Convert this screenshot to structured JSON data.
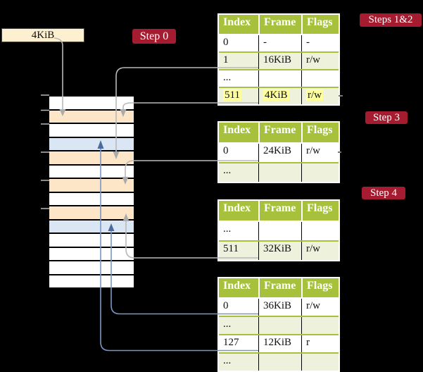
{
  "title_box": {
    "label": "4KiB"
  },
  "badges": {
    "step0": {
      "label": "Step 0"
    },
    "steps12": {
      "label": "Steps 1&2"
    },
    "step3": {
      "label": "Step 3"
    },
    "step4": {
      "label": "Step 4"
    }
  },
  "memory": {
    "description": "physical memory column of 4KiB frames",
    "row_colors": [
      "white",
      "orange",
      "white",
      "blue",
      "orange",
      "white",
      "orange",
      "white",
      "orange",
      "blue",
      "white",
      "white",
      "white",
      "white"
    ]
  },
  "page_tables": [
    {
      "name": "table-steps-1-2",
      "columns": [
        "Index",
        "Frame",
        "Flags"
      ],
      "rows": [
        {
          "index": "0",
          "frame": "-",
          "flags": "-",
          "band": false,
          "highlight": false
        },
        {
          "index": "1",
          "frame": "16KiB",
          "flags": "r/w",
          "band": true,
          "highlight": false
        },
        {
          "index": "...",
          "frame": "",
          "flags": "",
          "band": false,
          "highlight": false
        },
        {
          "index": "511",
          "frame": "4KiB",
          "flags": "r/w",
          "band": true,
          "highlight": true
        }
      ]
    },
    {
      "name": "table-step-3",
      "columns": [
        "Index",
        "Frame",
        "Flags"
      ],
      "rows": [
        {
          "index": "0",
          "frame": "24KiB",
          "flags": "r/w",
          "band": false,
          "highlight": false
        },
        {
          "index": "...",
          "frame": "",
          "flags": "",
          "band": true,
          "highlight": false
        }
      ]
    },
    {
      "name": "table-step-4",
      "columns": [
        "Index",
        "Frame",
        "Flags"
      ],
      "rows": [
        {
          "index": "...",
          "frame": "",
          "flags": "",
          "band": false,
          "highlight": false
        },
        {
          "index": "511",
          "frame": "32KiB",
          "flags": "r/w",
          "band": true,
          "highlight": false
        }
      ]
    },
    {
      "name": "table-final",
      "columns": [
        "Index",
        "Frame",
        "Flags"
      ],
      "rows": [
        {
          "index": "0",
          "frame": "36KiB",
          "flags": "r/w",
          "band": false,
          "highlight": false
        },
        {
          "index": "...",
          "frame": "",
          "flags": "",
          "band": true,
          "highlight": false
        },
        {
          "index": "127",
          "frame": "12KiB",
          "flags": "r",
          "band": false,
          "highlight": false
        },
        {
          "index": "...",
          "frame": "",
          "flags": "",
          "band": true,
          "highlight": false
        }
      ]
    }
  ],
  "colors": {
    "header_green": "#a7c13d",
    "border_green": "#a7c13d",
    "band_green": "#eef1dc",
    "hl_yellow": "#ffff9c",
    "badge_red": "#a51c30",
    "mem_orange": "#fde5c7",
    "mem_blue": "#dbe6f4",
    "box_cream": "#fdf0d0",
    "gray_line": "#b9b9b9",
    "gray_head": "#ababab",
    "blue_line": "#7a96c5",
    "blue_head": "#4a6b9e"
  }
}
